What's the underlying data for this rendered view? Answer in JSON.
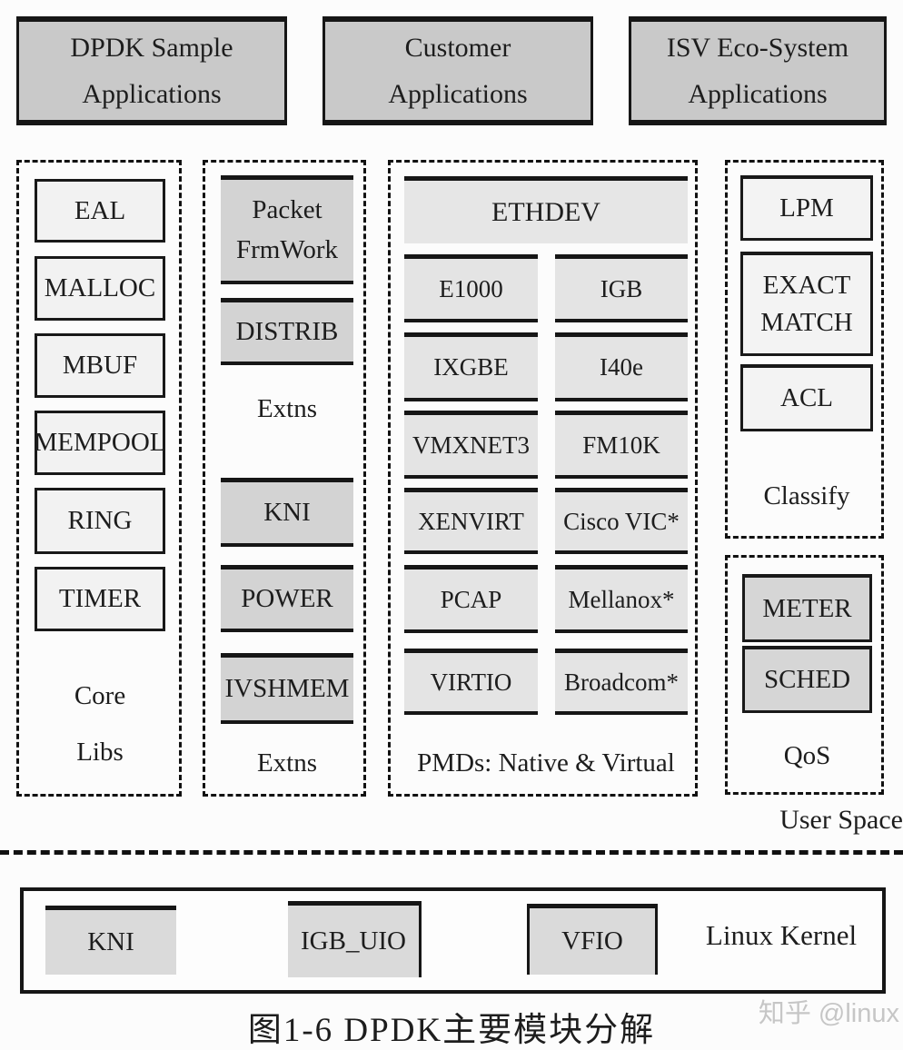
{
  "apps_row": {
    "dpdk_sample": "DPDK Sample\nApplications",
    "customer": "Customer\nApplications",
    "isv": "ISV Eco-System\nApplications"
  },
  "core_libs": {
    "boxes": [
      "EAL",
      "MALLOC",
      "MBUF",
      "MEMPOOL",
      "RING",
      "TIMER"
    ],
    "label": "Core\nLibs"
  },
  "extns": {
    "boxes_top": [
      "Packet\nFrmWork",
      "DISTRIB"
    ],
    "label_top": "Extns",
    "boxes_bottom": [
      "KNI",
      "POWER",
      "IVSHMEM"
    ],
    "label_bottom": "Extns"
  },
  "pmds": {
    "header": "ETHDEV",
    "left": [
      "E1000",
      "IXGBE",
      "VMXNET3",
      "XENVIRT",
      "PCAP",
      "VIRTIO"
    ],
    "right": [
      "IGB",
      "I40e",
      "FM10K",
      "Cisco VIC*",
      "Mellanox*",
      "Broadcom*"
    ],
    "label": "PMDs: Native & Virtual"
  },
  "classify": {
    "boxes": [
      "LPM",
      "EXACT\nMATCH",
      "ACL"
    ],
    "label": "Classify"
  },
  "qos": {
    "boxes": [
      "METER",
      "SCHED"
    ],
    "label": "QoS"
  },
  "user_space_label": "User Space",
  "kernel": {
    "boxes": [
      "KNI",
      "IGB_UIO",
      "VFIO"
    ],
    "label": "Linux Kernel"
  },
  "caption": "图1-6  DPDK主要模块分解",
  "watermark": "知乎 @linux",
  "colors": {
    "background": "#fcfcfc",
    "app_box_fill": "#c9c9c9",
    "core_box_fill": "#f2f2f2",
    "extns_box_fill": "#d3d3d3",
    "pmd_box_fill": "#e4e4e4",
    "classify_box_fill": "#f3f3f3",
    "qos_box_fill": "#d6d6d6",
    "kernel_box_fill": "#dadada",
    "border": "#161616",
    "text": "#1d1d1d",
    "watermark_text": "#c6c6c6"
  }
}
